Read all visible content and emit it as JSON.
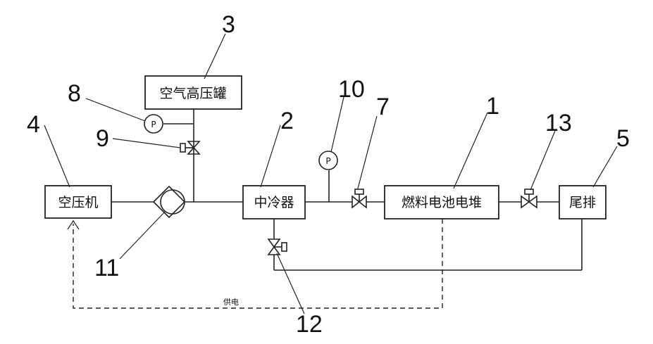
{
  "components": {
    "air_compressor": "空压机",
    "intercooler": "中冷器",
    "air_tank": "空气高压罐",
    "fuel_cell_stack": "燃料电池电堆",
    "exhaust": "尾排"
  },
  "gauges": {
    "tank_gauge": "P",
    "stack_gauge": "P"
  },
  "signal_label": "供电",
  "callouts": [
    "3",
    "8",
    "9",
    "4",
    "11",
    "2",
    "10",
    "7",
    "1",
    "13",
    "5",
    "12"
  ]
}
